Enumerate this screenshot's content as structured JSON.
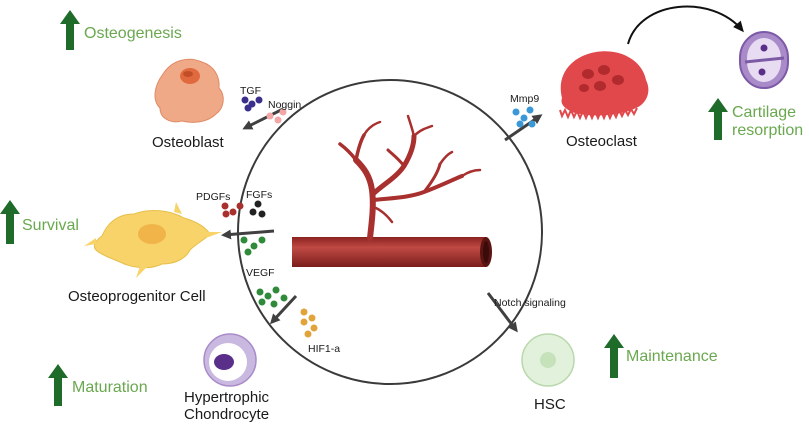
{
  "colors": {
    "up_arrow": "#1f6b2a",
    "green_text": "#6aa84f",
    "osteoblast": "#f0a987",
    "osteoclast": "#e0484b",
    "progenitor": "#f7d36a",
    "chondrocyte": "#c9b8e0",
    "cartilage": "#a98bc9",
    "hsc": "#d7ebd0",
    "vessel": "#a8302e"
  },
  "effects": {
    "osteogenesis": "Osteogenesis",
    "survival": "Survival",
    "maturation": "Maturation",
    "maintenance": "Maintenance",
    "cartilage_line1": "Cartilage",
    "cartilage_line2": "resorption"
  },
  "cells": {
    "osteoblast": "Osteoblast",
    "osteoclast": "Osteoclast",
    "progenitor": "Osteoprogenitor Cell",
    "chondrocyte_line1": "Hypertrophic",
    "chondrocyte_line2": "Chondrocyte",
    "hsc": "HSC"
  },
  "factors": {
    "tgf": "TGF",
    "noggin": "Noggin",
    "mmp9": "Mmp9",
    "pdgfs": "PDGFs",
    "fgfs": "FGFs",
    "vegf": "VEGF",
    "notch": "Notch signaling",
    "hif1a": "HIF1-a"
  }
}
